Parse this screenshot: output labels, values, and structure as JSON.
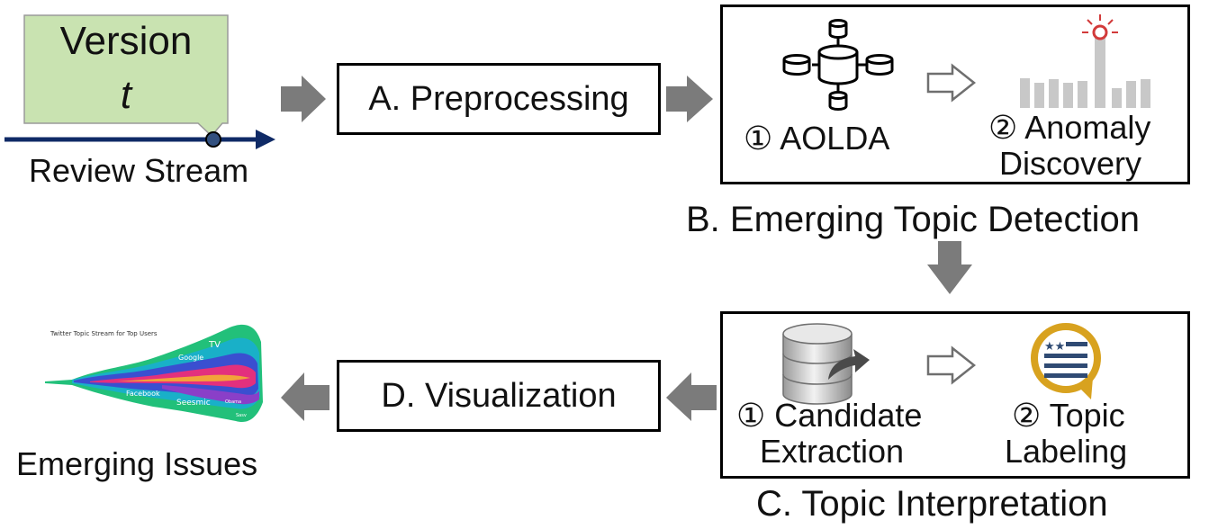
{
  "input": {
    "version_label": "Version",
    "version_var": "t",
    "stream_label": "Review Stream"
  },
  "steps": {
    "a": {
      "label": "A. Preprocessing"
    },
    "b": {
      "title": "B. Emerging Topic Detection",
      "sub1": "① AOLDA",
      "sub2_line1": "② Anomaly",
      "sub2_line2": "Discovery"
    },
    "c": {
      "title": "C. Topic Interpretation",
      "sub1_line1": "① Candidate",
      "sub1_line2": "Extraction",
      "sub2_line1": "② Topic",
      "sub2_line2": "Labeling"
    },
    "d": {
      "label": "D. Visualization"
    }
  },
  "output": {
    "viz_title": "Twitter Topic Stream for Top Users",
    "viz_labels": [
      "TV",
      "Google",
      "Facebook",
      "Seesmic",
      "Obama",
      "Sasv"
    ],
    "label": "Emerging Issues"
  },
  "colors": {
    "arrow_gray": "#7b7b7b",
    "stream_navy": "#0f2a66",
    "callout_fill": "#c9e3b1",
    "anomaly_red": "#d23a3a",
    "bar_gray": "#c8c8c8",
    "badge_gold": "#d8a21f",
    "badge_navy": "#2f4a73"
  }
}
